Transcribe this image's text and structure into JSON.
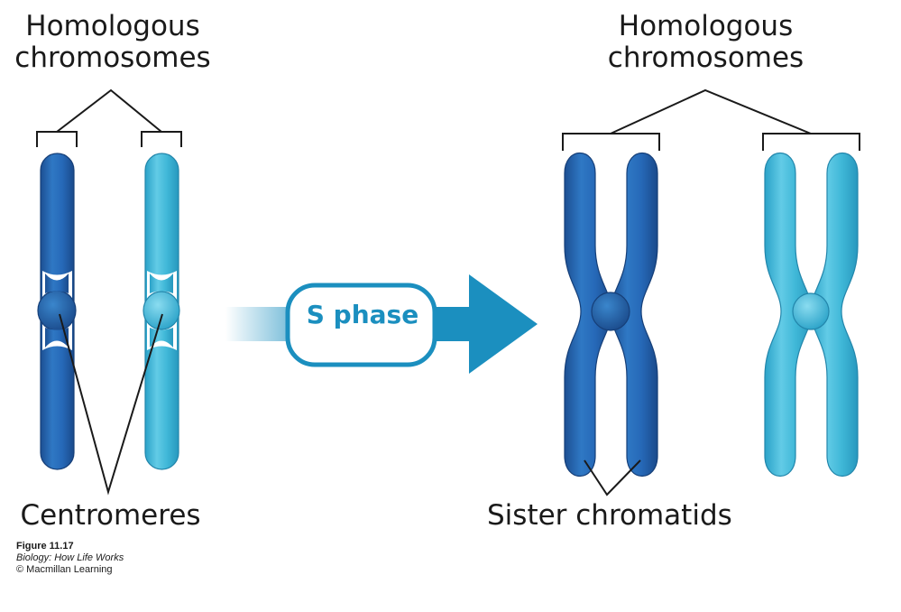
{
  "labels": {
    "homologous_left": "Homologous\nchromosomes",
    "homologous_right": "Homologous\nchromosomes",
    "centromeres": "Centromeres",
    "sister_chromatids": "Sister chromatids",
    "s_phase": "S phase"
  },
  "credit": {
    "figure": "Figure 11.17",
    "book": "Biology: How Life Works",
    "publisher": "© Macmillan Learning"
  },
  "colors": {
    "dark_chromosome": "#2669b8",
    "light_chromosome": "#40b8d8",
    "arrow": "#1b8fbf",
    "line": "#1a1a1a"
  }
}
